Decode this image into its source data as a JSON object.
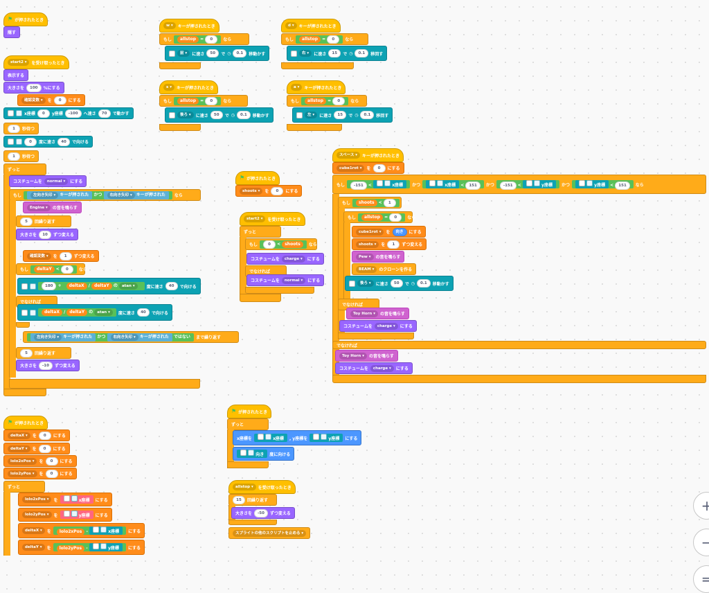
{
  "texts": {
    "flag_hat": "が押されたとき",
    "hide": "隠す",
    "recv_pre": "start2",
    "recv_suffix": "を受け取ったとき",
    "show": "表示する",
    "size_set": "大きさを",
    "size_set_suffix": "%にする",
    "n100": "100",
    "var_kakunin": "確認変数",
    "to": "を",
    "n0": "0",
    "set_suffix": "にする",
    "x_coord": "x座標",
    "y_coord": "y座標",
    "glide_to": "へ速さ",
    "move_with": "で動かす",
    "n_minus100": "-100",
    "n70": "70",
    "n1": "1",
    "wait_sec": "秒待つ",
    "deg_speed": "度に速さ",
    "n40": "40",
    "point_with": "で向ける",
    "forever": "ずっと",
    "costume_to": "コスチュームを",
    "normal": "normal",
    "if": "もし",
    "left_key": "左向き矢印",
    "key_pressed": "キーが押された",
    "and": "かつ",
    "right_key": "右向き矢印",
    "then": "なら",
    "sound_engine": "Engine",
    "play_until_done": "の音を鳴らす",
    "n5": "5",
    "repeat": "回繰り返す",
    "size_change": "大きさを",
    "n10": "10",
    "change_suffix": "ずつ変える",
    "deltaY": "deltaY",
    "deltaX": "deltaX",
    "lt": "<",
    "n180": "180",
    "plus": "+",
    "slash": "/",
    "of": "の",
    "atan": "atan",
    "else": "でなければ",
    "not": "ではない",
    "until_repeat": "まで繰り返す",
    "n_minus10": "-10",
    "key_w": "w",
    "key_s": "s",
    "key_d": "d",
    "key_a": "a",
    "key_hat_suffix": "キーが押されたとき",
    "allstop": "allstop",
    "eq": "=",
    "forward": "前",
    "backward": "後ろ",
    "right": "右",
    "left": "左",
    "speed": "に速さ",
    "n50": "50",
    "de": "で",
    "n01": "0.1",
    "move": "移動かす",
    "turn": "移回す",
    "shoots": "shoots",
    "charge": "charge",
    "space_key": "スペース",
    "cube1rot": "cube1rot",
    "n_minus151": "-151",
    "n151": "151",
    "sound_pew": "Pew",
    "play": "の音を鳴らす",
    "beam": "BEAM",
    "clone": "のクローンを作る",
    "direction": "向き",
    "sound_toyhorn": "Toy Horn",
    "lolo2xpos": "lolo2xPos",
    "lolo2ypos": "lolo2yPos",
    "minus": "-",
    "x_to": "x座標を",
    "comma_y": ", y座標を",
    "point_dir": "度に向ける",
    "n15": "15",
    "n_minus50": "-50",
    "stop_other": "スプライトの他のスクリプトを止める",
    "zoom_in": "+",
    "zoom_out": "−",
    "zoom_reset": "="
  },
  "colors": {
    "events": "#ffbf00",
    "control": "#ffab19",
    "looks": "#9966ff",
    "sound": "#cf63cf",
    "variables": "#ff8c1a",
    "operators": "#59c059",
    "extension": "#0da2b3",
    "pen": "#4c97ff"
  }
}
